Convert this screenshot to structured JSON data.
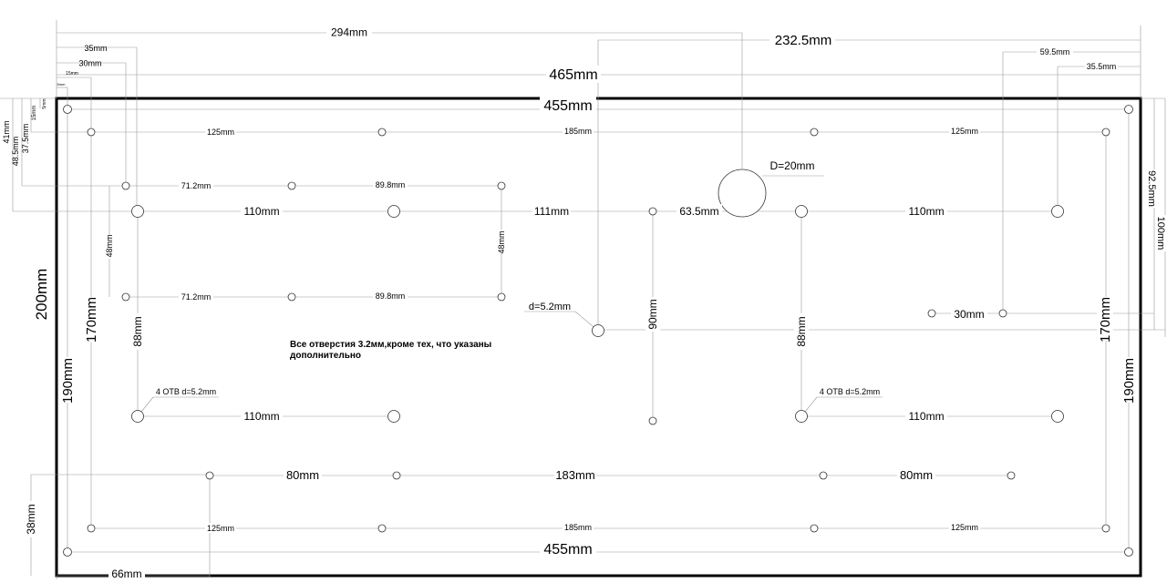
{
  "labels": {
    "w294": "294mm",
    "w232_5": "232.5mm",
    "w35": "35mm",
    "w30": "30mm",
    "w15": "15mm",
    "w5": "5mm",
    "w465": "465mm",
    "w455_top": "455mm",
    "w59_5": "59.5mm",
    "w35_5": "35.5mm",
    "v5": "5mm",
    "v15": "15mm",
    "v41": "41mm",
    "v37_5": "37.5mm",
    "v48_5": "48.5mm",
    "r1_a": "125mm",
    "r1_b": "185mm",
    "r1_c": "125mm",
    "d20": "D=20mm",
    "r2_a": "71.2mm",
    "r2_b": "89.8mm",
    "r3_a": "110mm",
    "r3_b": "111mm",
    "r3_c": "63.5mm",
    "r3_d": "110mm",
    "v48_left": "48mm",
    "v48_right": "48mm",
    "r4_a": "71.2mm",
    "r4_b": "89.8mm",
    "d5_2": "d=5.2mm",
    "v90": "90mm",
    "v88_left": "88mm",
    "v88_right": "88mm",
    "w30_right": "30mm",
    "v92_5": "92.5mm",
    "v100": "100mm",
    "v200": "200mm",
    "v170_left": "170mm",
    "v170_right": "170mm",
    "v190_left": "190mm",
    "v190_right": "190mm",
    "note": "Все отверстия 3.2мм,кроме тех, что указаны дополнительно",
    "otv_left": "4 ОТВ d=5.2mm",
    "otv_right": "4 ОТВ d=5.2mm",
    "r5_a": "110mm",
    "r5_b": "110mm",
    "r6_a": "80mm",
    "r6_b": "183mm",
    "r6_c": "80mm",
    "v38": "38mm",
    "r7_a": "125mm",
    "r7_b": "185mm",
    "r7_c": "125mm",
    "w455_bottom": "455mm",
    "w66": "66mm"
  }
}
